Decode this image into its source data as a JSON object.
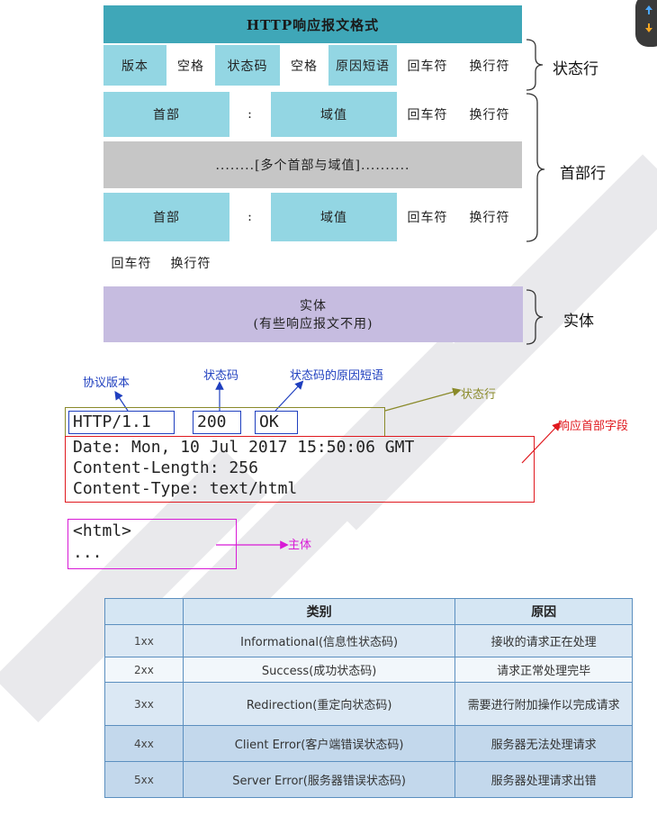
{
  "format_diagram": {
    "title": "HTTP响应报文格式",
    "status_row": [
      "版本",
      "空格",
      "状态码",
      "空格",
      "原因短语",
      "回车符",
      "换行符"
    ],
    "header_row_1": [
      "首部",
      ":",
      "域值",
      "回车符",
      "换行符"
    ],
    "more_headers": "........[多个首部与域值]..........",
    "header_row_2": [
      "首部",
      ":",
      "域值",
      "回车符",
      "换行符"
    ],
    "blank_line": [
      "回车符",
      "换行符"
    ],
    "body_line1": "实体",
    "body_line2": "(有些响应报文不用)",
    "brace_labels": {
      "status_line": "状态行",
      "header_lines": "首部行",
      "entity": "实体"
    }
  },
  "example": {
    "annotations": {
      "protocol_version": "协议版本",
      "status_code": "状态码",
      "reason_phrase": "状态码的原因短语",
      "status_line": "状态行",
      "response_headers": "响应首部字段",
      "body": "主体"
    },
    "status_line": {
      "version": "HTTP/1.1",
      "code": "200",
      "phrase": "OK"
    },
    "headers": [
      "Date: Mon, 10 Jul 2017 15:50:06 GMT",
      "Content-Length: 256",
      "Content-Type: text/html"
    ],
    "body_lines": [
      "<html>",
      "..."
    ]
  },
  "status_table": {
    "headers": [
      "",
      "类别",
      "原因"
    ],
    "rows": [
      [
        "1xx",
        "Informational(信息性状态码)",
        "接收的请求正在处理"
      ],
      [
        "2xx",
        "Success(成功状态码)",
        "请求正常处理完毕"
      ],
      [
        "3xx",
        "Redirection(重定向状态码)",
        "需要进行附加操作以完成请求"
      ],
      [
        "4xx",
        "Client Error(客户端错误状态码)",
        "服务器无法处理请求"
      ],
      [
        "5xx",
        "Server Error(服务器错误状态码)",
        "服务器处理请求出错"
      ]
    ]
  },
  "colors": {
    "title_bar": "#3fa7b8",
    "cyan_cell": "#93d6e3",
    "gray_row": "#c6c6c6",
    "entity_row": "#c6bce0",
    "annotation_blue": "#1f3fbf",
    "status_line_box": "#8a8a2a",
    "headers_box": "#e0191f",
    "body_box": "#d81ad6"
  },
  "icons": [
    "scroll-arrows-icon"
  ]
}
